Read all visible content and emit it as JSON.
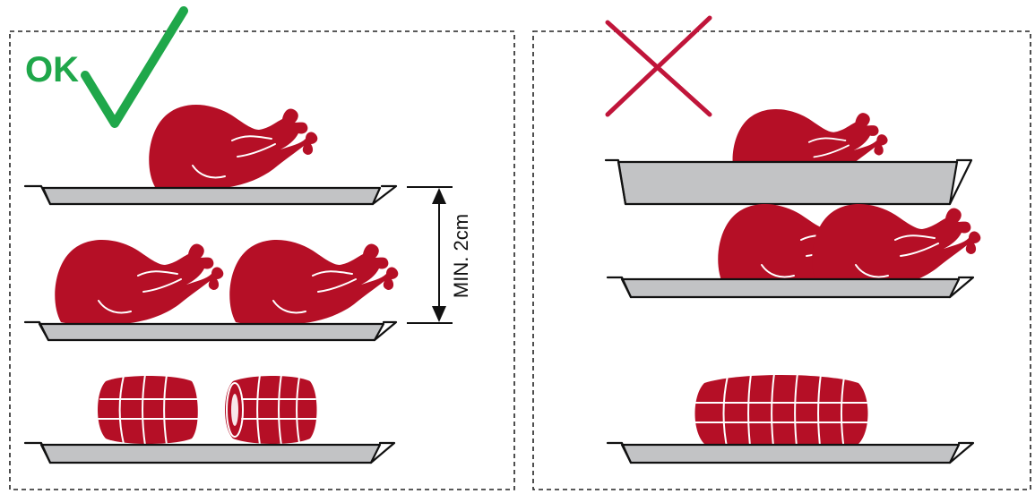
{
  "labels": {
    "ok": "OK",
    "min_gap": "MIN. 2cm"
  },
  "panels": [
    {
      "id": "correct",
      "verdict": "check-icon"
    },
    {
      "id": "incorrect",
      "verdict": "cross-icon"
    }
  ],
  "colors": {
    "meat": "#b50f26",
    "tray_fill": "#c2c3c5",
    "check": "#1fa74a",
    "cross": "#c0153a",
    "ok_text": "#1fa74a"
  }
}
